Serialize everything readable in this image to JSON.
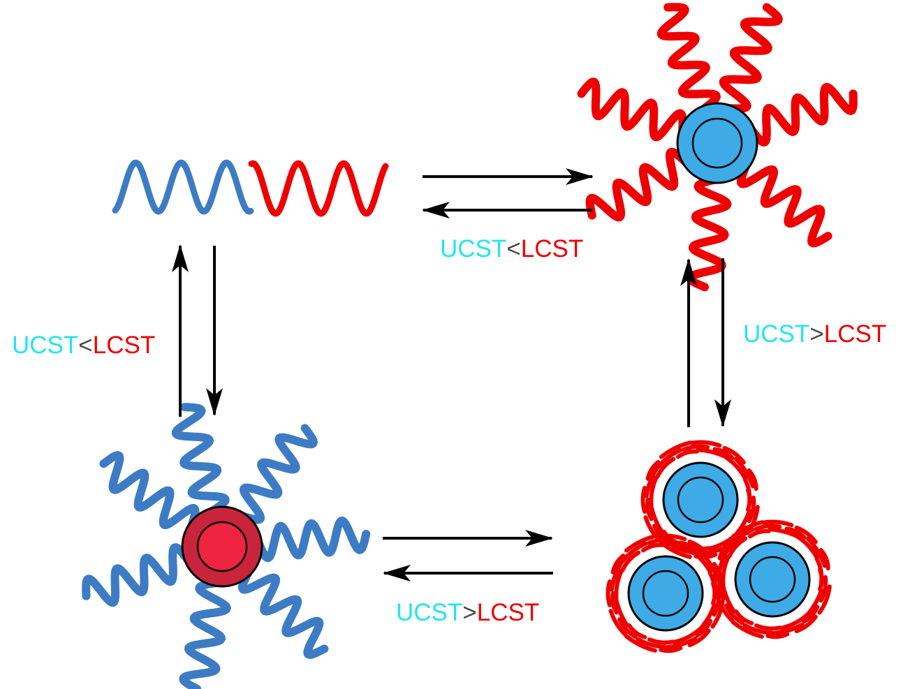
{
  "labels": {
    "top": {
      "ucst": "UCST",
      "op": "<",
      "lcst": "LCST"
    },
    "left": {
      "ucst": "UCST",
      "op": "<",
      "lcst": "LCST"
    },
    "right": {
      "ucst": "UCST",
      "op": ">",
      "lcst": "LCST"
    },
    "bottom": {
      "ucst": "UCST",
      "op": ">",
      "lcst": "LCST"
    }
  },
  "colors": {
    "ucst_block": "#3d7cc4",
    "lcst_block": "#ee0000",
    "blue_core": "#3eaae6",
    "red_core": "#c8243c",
    "red_core_inner": "#ee2440",
    "arrow": "#000000",
    "ucst_text": "#22e6ee",
    "lcst_text": "#ee0000"
  }
}
